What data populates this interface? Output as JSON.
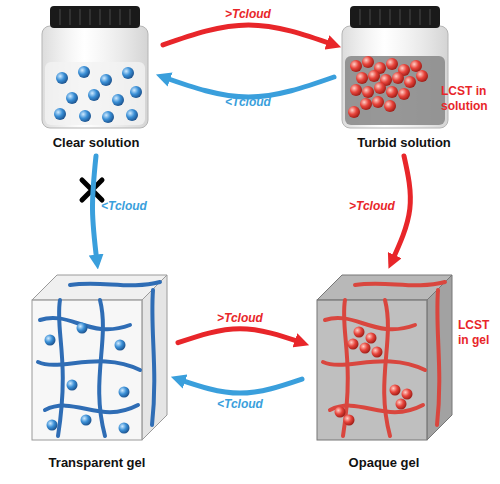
{
  "diagram": {
    "nodes": [
      {
        "text": [
          "Clear solution"
        ]
      },
      {
        "text": [
          "Turbid solution"
        ]
      },
      {
        "text": [
          "Transparent gel"
        ]
      },
      {
        "text": [
          "Opaque gel"
        ]
      }
    ],
    "edges": [
      {
        "from": 0,
        "to": 1,
        "label": ">Tcloud",
        "arrow": "to"
      },
      {
        "from": 1,
        "to": 0,
        "label": "<Tcloud",
        "arrow": "to"
      },
      {
        "from": 0,
        "to": 2,
        "label": "<Tcloud",
        "arrow": "to"
      },
      {
        "from": 1,
        "to": 3,
        "label": ">Tcloud",
        "arrow": "to"
      },
      {
        "from": 2,
        "to": 3,
        "label": ">Tcloud",
        "arrow": "to"
      },
      {
        "from": 3,
        "to": 2,
        "label": "<Tcloud",
        "arrow": "to"
      }
    ],
    "labels": [
      "LCST in solution",
      "LCST in gel"
    ]
  }
}
